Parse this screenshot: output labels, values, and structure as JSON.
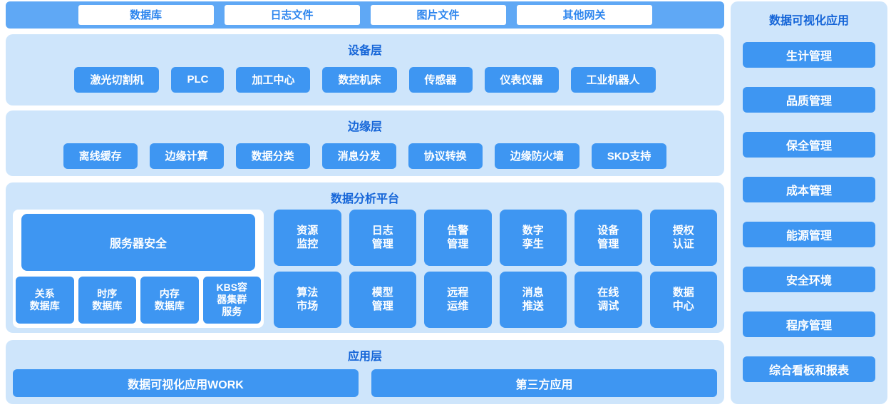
{
  "colors": {
    "accent_button": "#3e96f2",
    "top_bar": "#5fa8f5",
    "panel_background": "#cee5fb",
    "title_text": "#1565d8",
    "source_text": "#2e86ee"
  },
  "top_bar": {
    "items": [
      "数据库",
      "日志文件",
      "图片文件",
      "其他网关"
    ]
  },
  "device_layer": {
    "title": "设备层",
    "items": [
      "激光切割机",
      "PLC",
      "加工中心",
      "数控机床",
      "传感器",
      "仪表仪器",
      "工业机器人"
    ]
  },
  "edge_layer": {
    "title": "边缘层",
    "items": [
      "离线缓存",
      "边缘计算",
      "数据分类",
      "消息分发",
      "协议转换",
      "边缘防火墙",
      "SKD支持"
    ]
  },
  "platform": {
    "title": "数据分析平台",
    "server_box": "服务器安全",
    "db_boxes": [
      "关系\n数据库",
      "时序\n数据库",
      "内存\n数据库",
      "KBS容\n器集群\n服务"
    ],
    "grid_row1": [
      "资源\n监控",
      "日志\n管理",
      "告警\n管理",
      "数字\n孪生",
      "设备\n管理",
      "授权\n认证"
    ],
    "grid_row2": [
      "算法\n市场",
      "模型\n管理",
      "远程\n运维",
      "消息\n推送",
      "在线\n调试",
      "数据\n中心"
    ]
  },
  "app_layer": {
    "title": "应用层",
    "items": [
      "数据可视化应用WORK",
      "第三方应用"
    ]
  },
  "sidebar": {
    "title": "数据可视化应用",
    "items": [
      "生计管理",
      "品质管理",
      "保全管理",
      "成本管理",
      "能源管理",
      "安全环境",
      "程序管理",
      "综合看板和报表"
    ]
  }
}
